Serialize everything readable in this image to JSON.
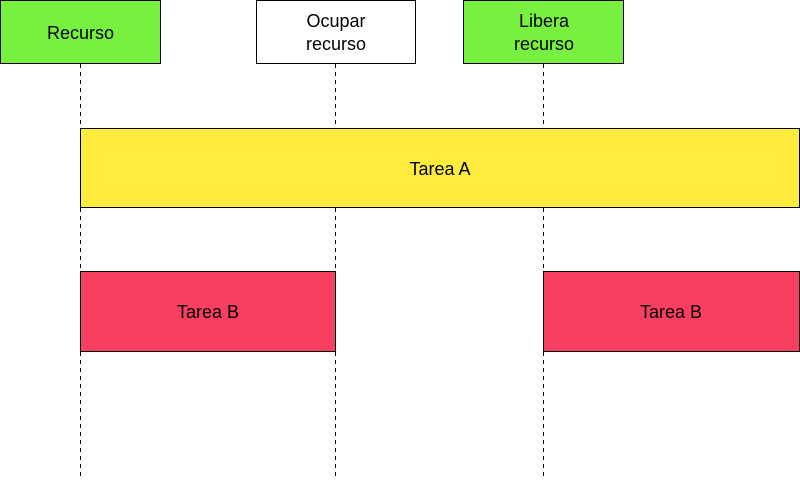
{
  "colors": {
    "label_green": "#77f03f",
    "label_white": "#ffffff",
    "task_a": "#fdeb3e",
    "task_b": "#f83f62",
    "line": "#000000"
  },
  "labels": {
    "recurso": "Recurso",
    "ocupar": [
      "Ocupar",
      "recurso"
    ],
    "libera": [
      "Libera",
      "recurso"
    ]
  },
  "tasks": {
    "a": "Tarea A",
    "b1": "Tarea B",
    "b2": "Tarea B"
  }
}
